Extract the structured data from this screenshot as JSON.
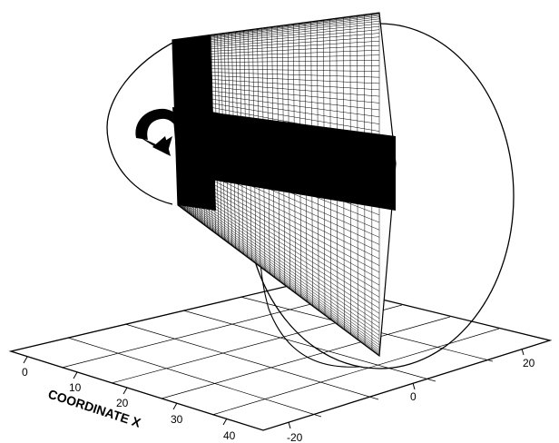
{
  "figure": {
    "x_axis": {
      "title": "COORDINATE X",
      "tick_labels": [
        "0",
        "10",
        "20",
        "30",
        "40"
      ]
    },
    "y_axis": {
      "tick_labels": [
        "-20",
        "0",
        "20"
      ]
    },
    "rotation_arrow_icon": "curved-rotation-arrow",
    "line_color": "#000000",
    "background_color": "#ffffff"
  }
}
